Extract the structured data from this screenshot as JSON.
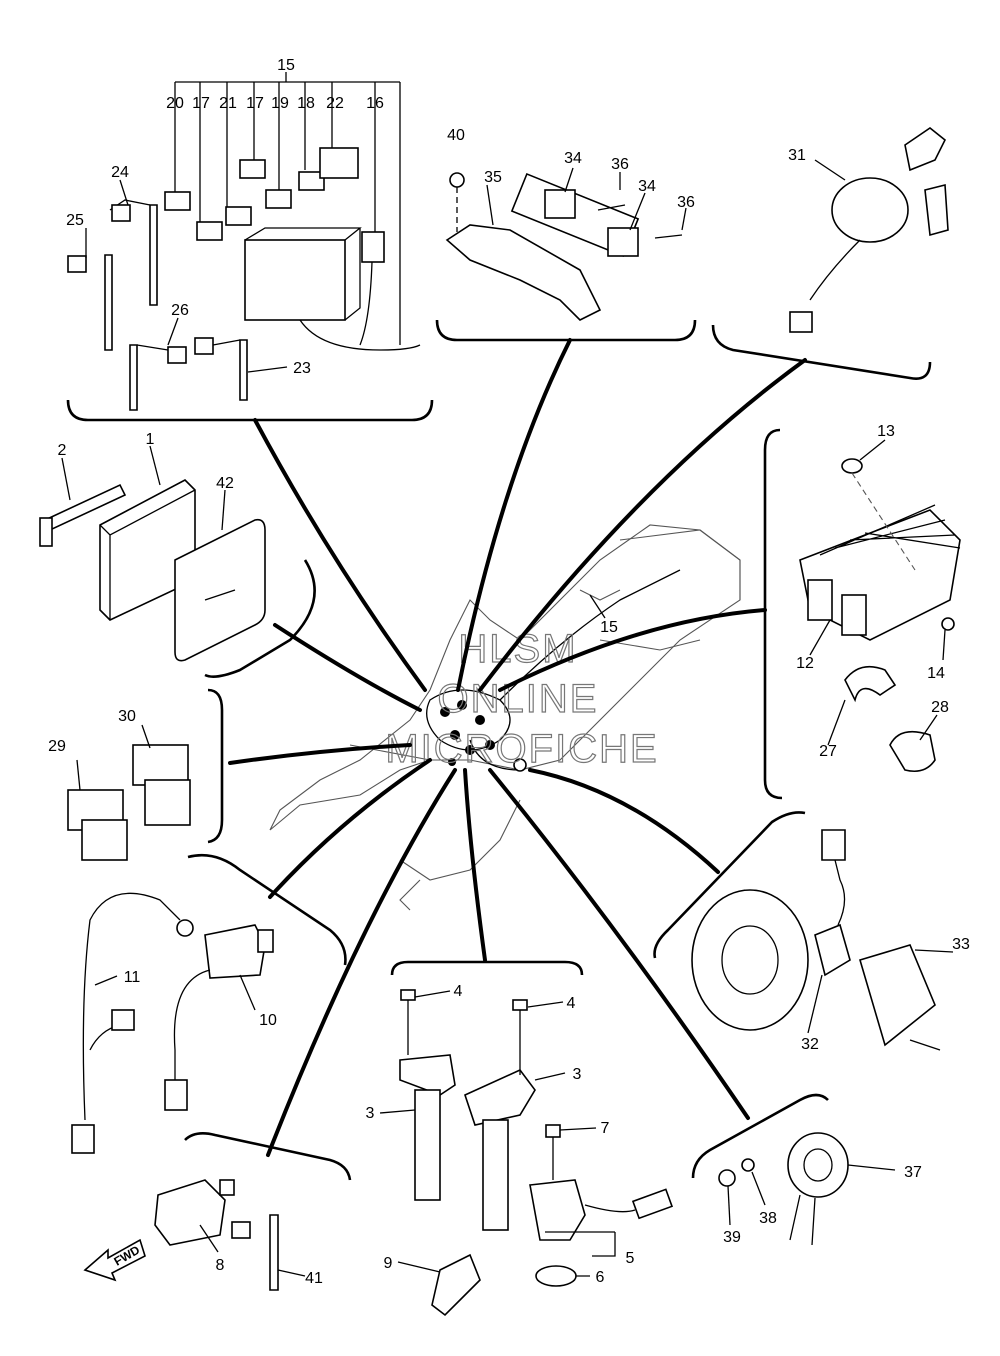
{
  "watermark": {
    "line1": "HLSM",
    "line2": "ONLINE",
    "line3": "MICROFICHE"
  },
  "fwd_label": "FWD",
  "callouts": {
    "c1": "1",
    "c2": "2",
    "c3a": "3",
    "c3b": "3",
    "c4a": "4",
    "c4b": "4",
    "c5": "5",
    "c6": "6",
    "c7": "7",
    "c8": "8",
    "c9": "9",
    "c10": "10",
    "c11": "11",
    "c12": "12",
    "c13": "13",
    "c14": "14",
    "c15top": "15",
    "c15main": "15",
    "c16": "16",
    "c17a": "17",
    "c17b": "17",
    "c18": "18",
    "c19": "19",
    "c20": "20",
    "c21": "21",
    "c22": "22",
    "c23": "23",
    "c24": "24",
    "c25": "25",
    "c26": "26",
    "c27": "27",
    "c28": "28",
    "c29": "29",
    "c30": "30",
    "c31": "31",
    "c32": "32",
    "c33": "33",
    "c34a": "34",
    "c34b": "34",
    "c35": "35",
    "c36a": "36",
    "c36b": "36",
    "c37": "37",
    "c38": "38",
    "c39": "39",
    "c40": "40",
    "c41": "41",
    "c42": "42"
  }
}
